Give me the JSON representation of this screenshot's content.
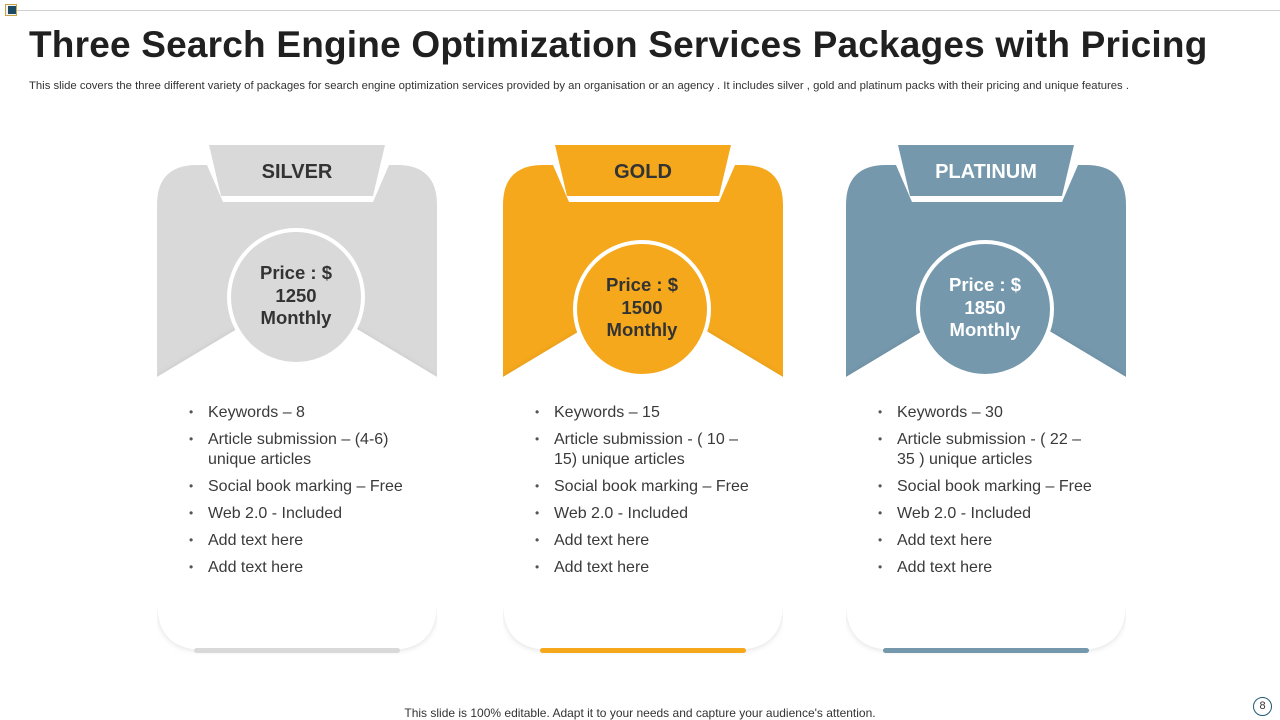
{
  "header": {
    "title": "Three Search Engine Optimization Services Packages with Pricing",
    "subtitle": "This slide covers the three different variety  of packages for search engine optimization services provided by an organisation or an agency . It includes silver , gold and platinum packs  with their pricing and unique features ."
  },
  "packages": [
    {
      "label": "SILVER",
      "price_lines": [
        "Price : $",
        "1250",
        "Monthly"
      ],
      "features": [
        "Keywords – 8",
        "Article submission – (4-6) unique articles",
        "Social book marking – Free",
        "Web 2.0 -  Included",
        "Add text here",
        "Add text here"
      ],
      "color": "#d9d9d9",
      "label_color": "#333333"
    },
    {
      "label": "GOLD",
      "price_lines": [
        "Price : $",
        "1500",
        "Monthly"
      ],
      "features": [
        "Keywords – 15",
        "Article submission -  ( 10 – 15) unique  articles",
        "Social book marking – Free",
        "Web 2.0 -  Included",
        "Add text here",
        "Add text here"
      ],
      "color": "#f5a81c",
      "label_color": "#333333"
    },
    {
      "label": "PLATINUM",
      "price_lines": [
        "Price : $",
        "1850",
        "Monthly"
      ],
      "features": [
        "Keywords – 30",
        "Article submission -  ( 22 – 35 ) unique articles",
        "Social book marking – Free",
        "Web 2.0 -  Included",
        "Add text here",
        "Add text here"
      ],
      "color": "#7598ad",
      "label_color": "#ffffff"
    }
  ],
  "footer": {
    "note": "This slide is 100% editable. Adapt it to your needs and capture your audience's attention.",
    "page_number": "8"
  }
}
